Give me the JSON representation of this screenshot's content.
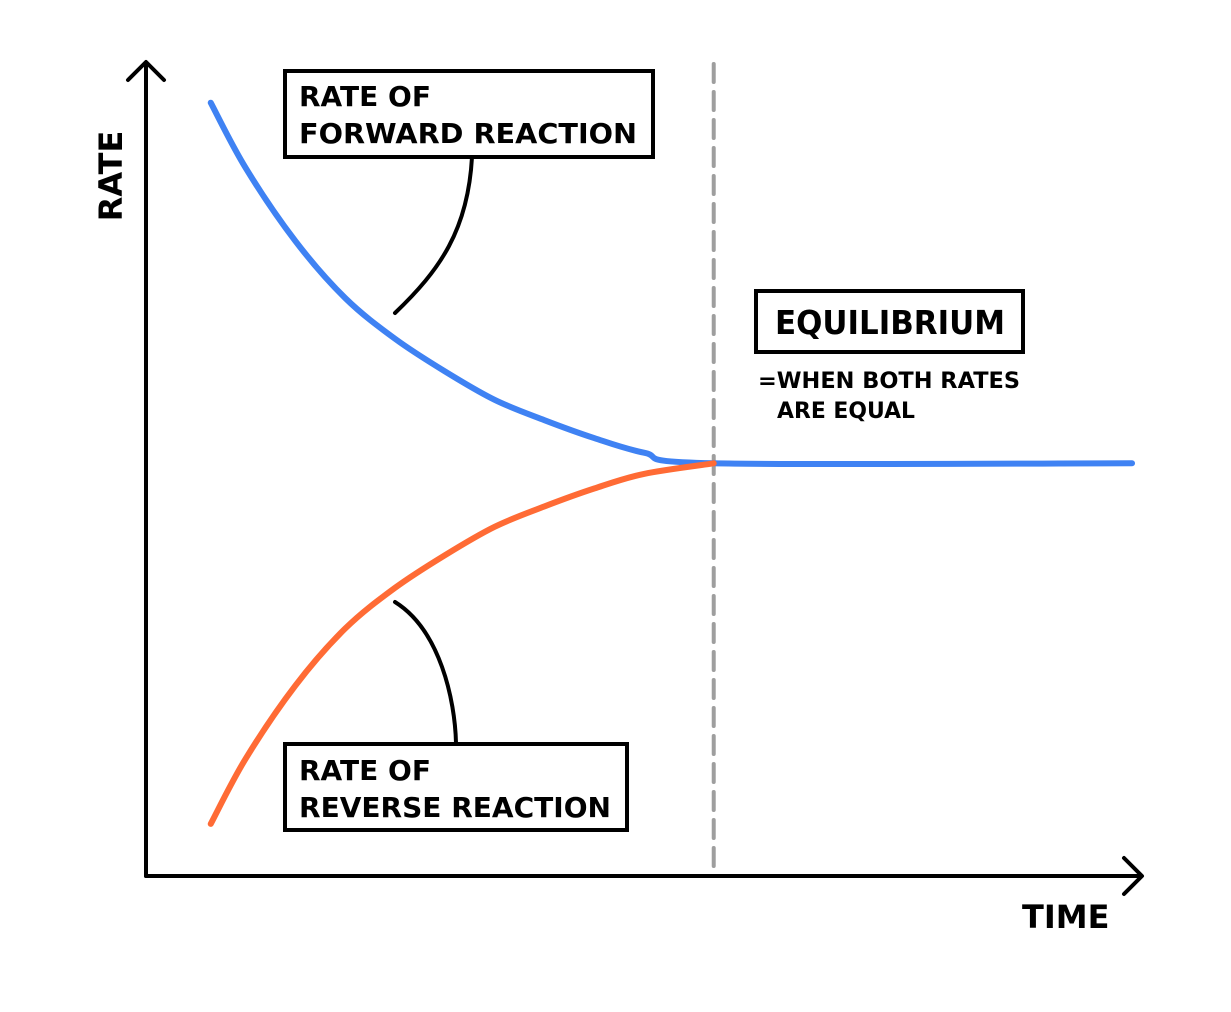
{
  "chart_data": {
    "type": "line",
    "title": "",
    "xlabel": "TIME",
    "ylabel": "RATE",
    "xlim": [
      0,
      10
    ],
    "ylim": [
      0,
      10
    ],
    "grid": false,
    "equilibrium_x": 5.7,
    "series": [
      {
        "name": "RATE OF FORWARD REACTION",
        "color": "#3F82F3",
        "x": [
          0.65,
          1,
          1.5,
          2,
          2.5,
          3,
          3.5,
          4,
          4.5,
          5,
          5.7,
          9.9
        ],
        "values": [
          9.5,
          8.7,
          7.8,
          7.1,
          6.6,
          6.2,
          5.85,
          5.6,
          5.38,
          5.2,
          5.07,
          5.07
        ]
      },
      {
        "name": "RATE OF REVERSE REACTION",
        "color": "#FF6B35",
        "x": [
          0.65,
          1,
          1.5,
          2,
          2.5,
          3,
          3.5,
          4,
          4.5,
          5,
          5.7
        ],
        "values": [
          0.64,
          1.44,
          2.34,
          3.04,
          3.54,
          3.94,
          4.29,
          4.54,
          4.76,
          4.94,
          5.07
        ]
      }
    ],
    "annotations": {
      "forward_line1": "RATE OF",
      "forward_line2": "FORWARD REACTION",
      "reverse_line1": "RATE OF",
      "reverse_line2": "REVERSE REACTION",
      "equilibrium": "EQUILIBRIUM",
      "equilibrium_note_line1": "=WHEN BOTH RATES",
      "equilibrium_note_line2": "ARE EQUAL"
    },
    "colors": {
      "axis": "#000000",
      "equilibrium_line": "#9E9E9E"
    }
  }
}
